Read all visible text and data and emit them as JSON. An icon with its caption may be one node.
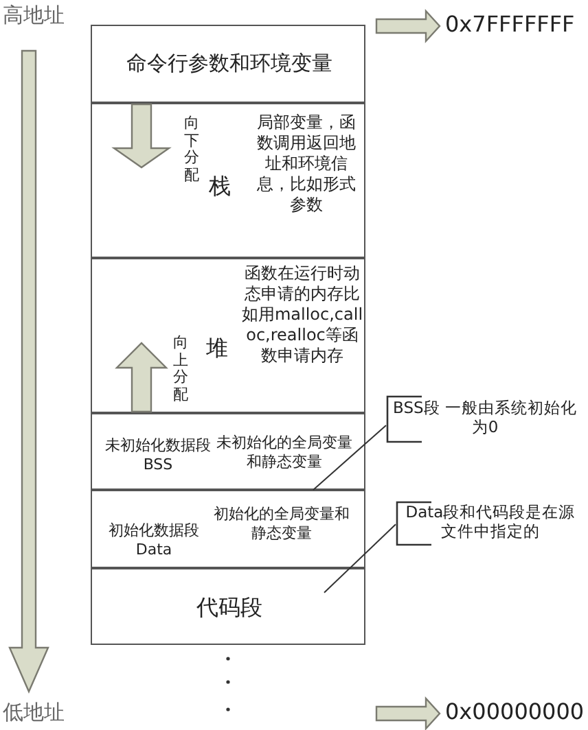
{
  "diagram": {
    "nodes": [
      {
        "text": [
          "命令行参数和环境变量"
        ]
      },
      {
        "text": [
          "向下分配",
          "栈",
          "局部变量，函数调用返回地址和环境信息，比如形式参数"
        ]
      },
      {
        "text": [
          "函数在运行时动态申请的内存比如用malloc,calloc,realloc等函数申请内存",
          "向上分配",
          "堆"
        ]
      },
      {
        "text": [
          "未初始化数据段 BSS",
          "未初始化的全局变量和静态变量"
        ]
      },
      {
        "text": [
          "初始化数据段 Data",
          "初始化的全局变量和静态变量"
        ]
      },
      {
        "text": [
          "代码段"
        ]
      },
      {
        "text": [
          "BSS段 一般由系统初始化为0"
        ]
      },
      {
        "text": [
          "Data段和代码段是在源文件中指定的"
        ]
      }
    ],
    "edges": [
      {
        "from": 6,
        "to": 3,
        "arrow": "none"
      },
      {
        "from": 7,
        "to": 5,
        "arrow": "none"
      }
    ],
    "labels": [
      "高地址",
      "0x7FFFFFFF",
      "低地址",
      "0x00000000"
    ]
  }
}
